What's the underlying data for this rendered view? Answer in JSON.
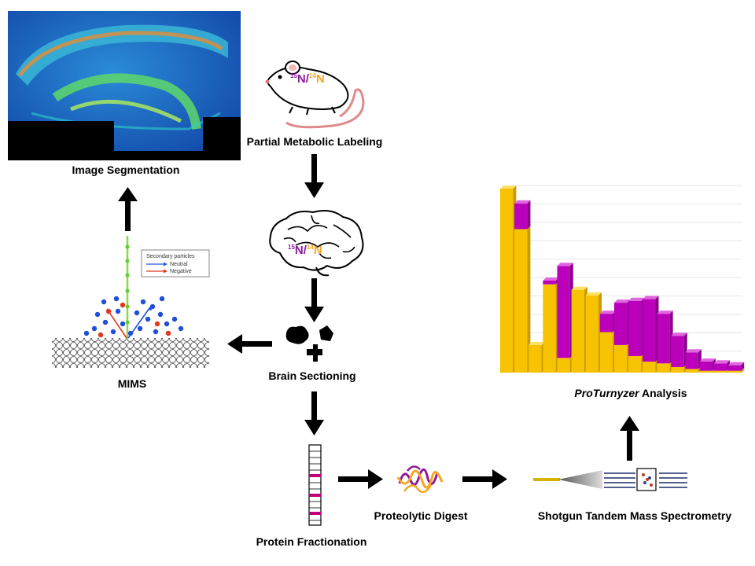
{
  "labels": {
    "image_segmentation": "Image Segmentation",
    "partial_labeling": "Partial Metabolic Labeling",
    "brain_sectioning": "Brain Sectioning",
    "mims": "MIMS",
    "protein_fractionation": "Protein Fractionation",
    "proteolytic_digest": "Proteolytic Digest",
    "shotgun": "Shotgun Tandem Mass Spectrometry",
    "proturnyzer_italic": "ProTurnyzer",
    "proturnyzer_rest": " Analysis"
  },
  "isotope": {
    "heavy": "15",
    "heavy_sym": "N",
    "sep": "/",
    "light": "14",
    "light_sym": "N"
  },
  "mims_legend": {
    "title": "Secondary particles",
    "neutral": "Neutral",
    "negative": "Negative"
  },
  "colors": {
    "heavy": "#8b1a9a",
    "light": "#f5a623",
    "bar_yellow": "#f7c200",
    "bar_magenta": "#bb00bb",
    "band": "#c0007a"
  },
  "chart_data": {
    "type": "bar",
    "series": [
      {
        "values": [
          1.0,
          0.78,
          0.15,
          0.48,
          0.08,
          0.45,
          0.42,
          0.22,
          0.15,
          0.09,
          0.06,
          0.05,
          0.03,
          0.02,
          0.01,
          0.01,
          0.01
        ]
      },
      {
        "values": [
          0.0,
          0.14,
          0.0,
          0.02,
          0.5,
          0.0,
          0.0,
          0.1,
          0.23,
          0.3,
          0.34,
          0.27,
          0.17,
          0.09,
          0.05,
          0.04,
          0.03
        ]
      }
    ]
  }
}
